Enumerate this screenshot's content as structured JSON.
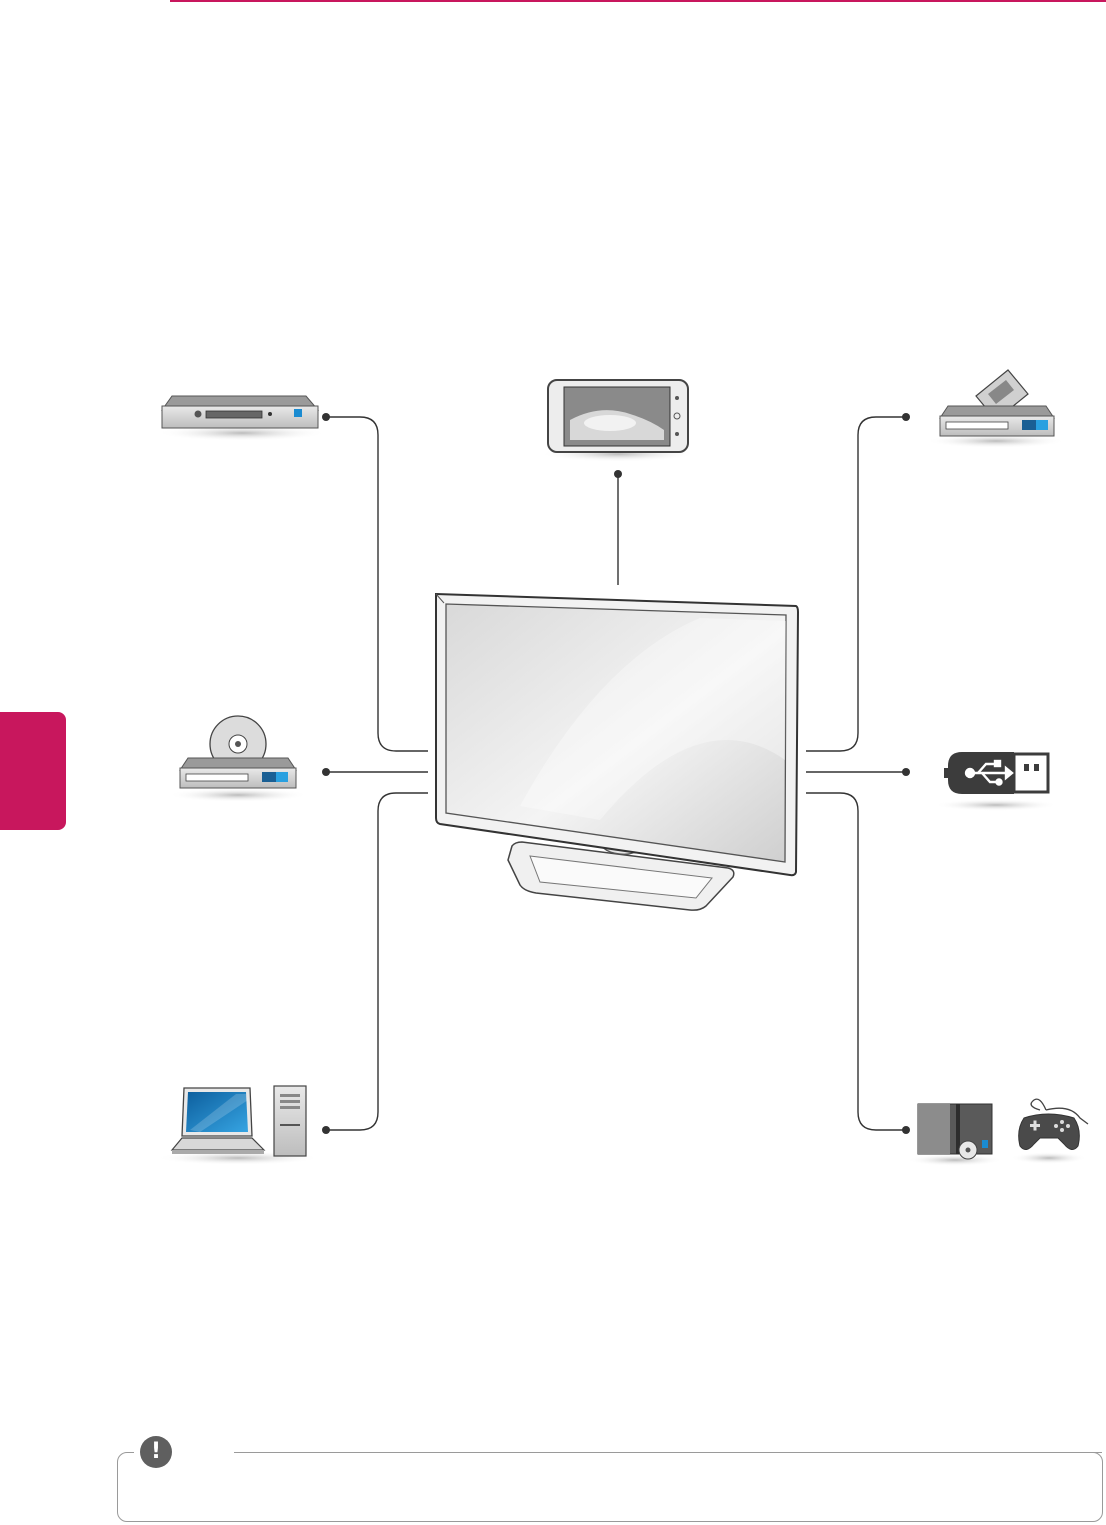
{
  "theme": {
    "accent": "#c8175d",
    "line": "#333333",
    "device_dark": "#3c3c3c",
    "device_blue": "#1a8bd1"
  },
  "devices": [
    {
      "id": "set-top-box",
      "icon": "set-top-box-icon"
    },
    {
      "id": "smartphone",
      "icon": "smartphone-icon"
    },
    {
      "id": "hd-receiver",
      "icon": "hd-receiver-icon"
    },
    {
      "id": "dvd-player",
      "icon": "dvd-player-icon"
    },
    {
      "id": "usb-storage",
      "icon": "usb-icon"
    },
    {
      "id": "pc",
      "icon": "laptop-desktop-icon"
    },
    {
      "id": "game-console",
      "icon": "game-console-icon"
    }
  ],
  "note": {
    "icon": "exclamation-icon",
    "glyph": "!"
  }
}
